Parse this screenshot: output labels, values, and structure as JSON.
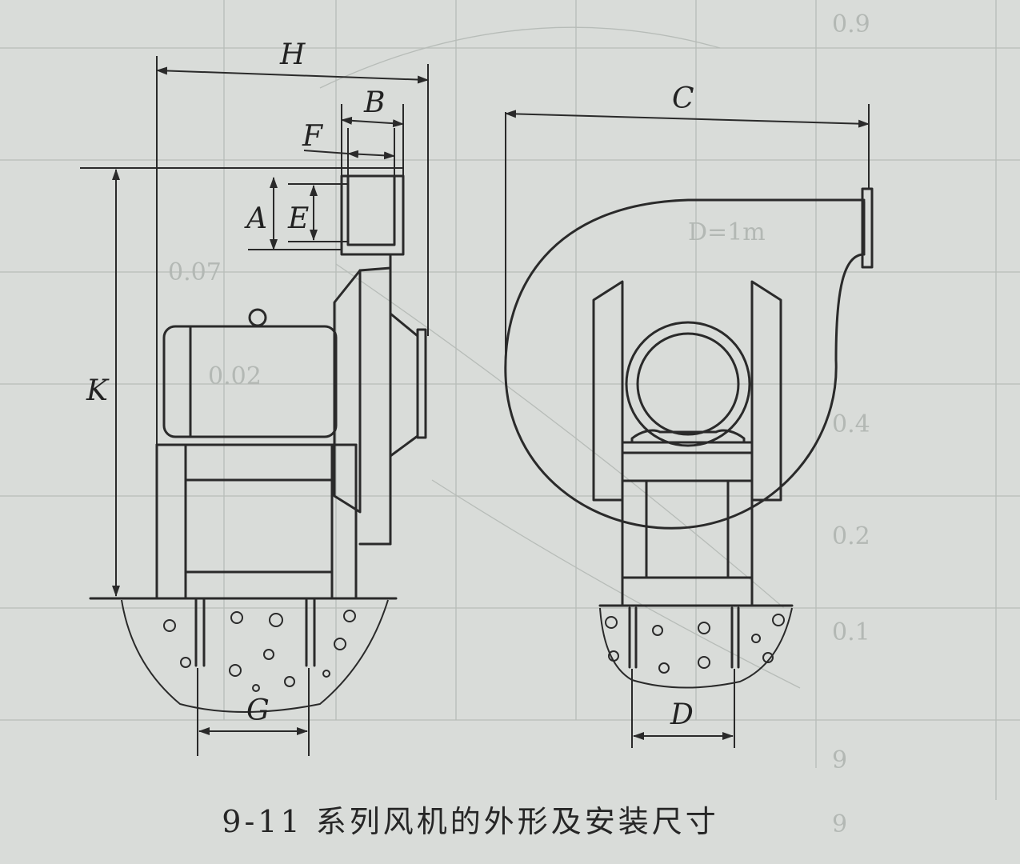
{
  "caption": "9-11 系列风机的外形及安装尺寸",
  "dimensions": {
    "H": "H",
    "B": "B",
    "F": "F",
    "A": "A",
    "E": "E",
    "K": "K",
    "G": "G",
    "C": "C",
    "D": "D"
  },
  "colors": {
    "paper": "#d9dcd9",
    "ink": "#2a2a2a",
    "ghost_grid": "#b7bcb8"
  }
}
